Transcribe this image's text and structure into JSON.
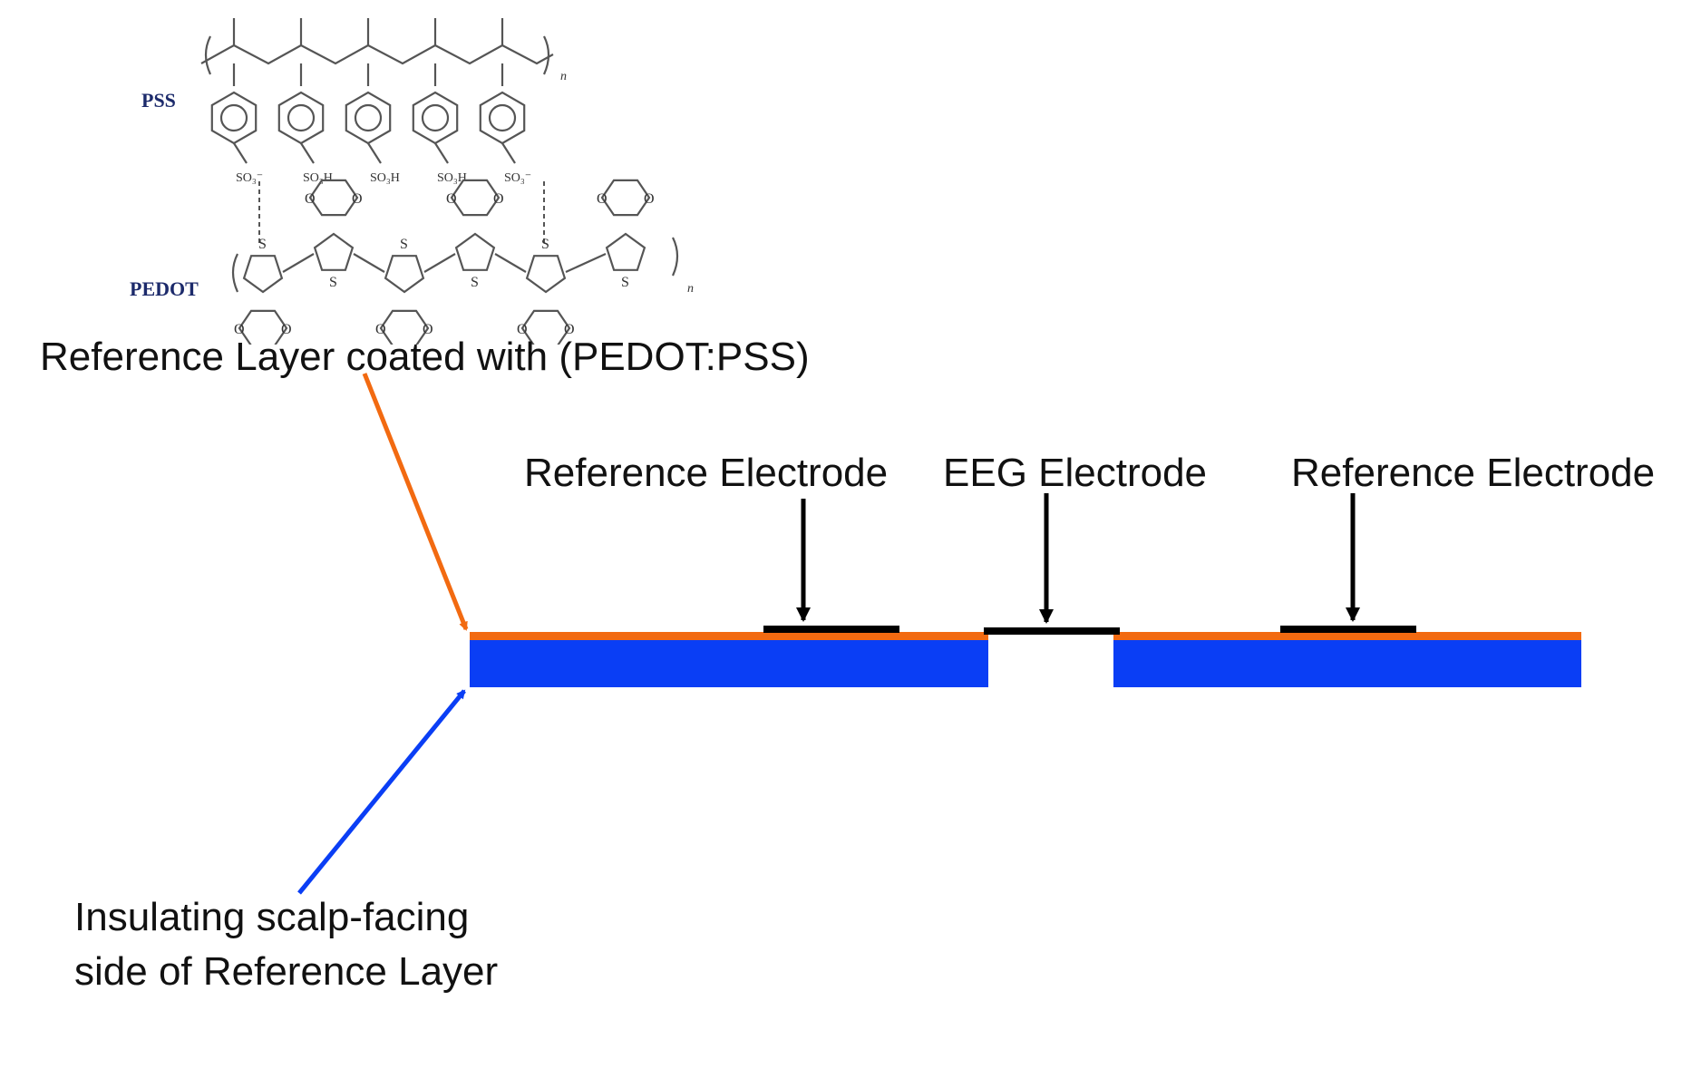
{
  "chemistry": {
    "pss_label": "PSS",
    "pedot_label": "PEDOT",
    "subscript_n": "n",
    "pss_groups": [
      "SO₃⁻",
      "SO₃H",
      "SO₃H",
      "SO₃H",
      "SO₃⁻"
    ],
    "thiophene_sulfur": "S",
    "dioxy_oxygen": "O"
  },
  "labels": {
    "reference_layer": "Reference Layer coated with (PEDOT:PSS)",
    "reference_electrode_left": "Reference Electrode",
    "eeg_electrode": "EEG Electrode",
    "reference_electrode_right": "Reference Electrode",
    "insulating_line1": "Insulating scalp-facing",
    "insulating_line2": "side of Reference Layer"
  },
  "colors": {
    "pedot_layer": "#f26a11",
    "insulating_layer": "#0a3ef5",
    "electrode": "#000000",
    "arrow_orange": "#f26a11",
    "arrow_blue": "#0a3ef5"
  }
}
